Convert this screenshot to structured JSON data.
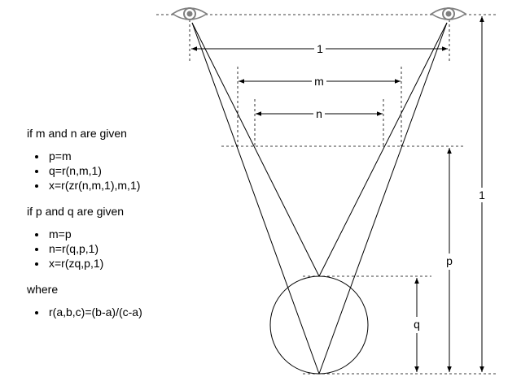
{
  "labels": {
    "one_top": "1",
    "m": "m",
    "n": "n",
    "p": "p",
    "q": "q",
    "one_right": "1"
  },
  "notes": {
    "block1": {
      "heading": "if m and n are given",
      "items": [
        "p=m",
        "q=r(n,m,1)",
        "x=r(zr(n,m,1),m,1)"
      ]
    },
    "block2": {
      "heading": "if p and q are given",
      "items": [
        "m=p",
        "n=r(q,p,1)",
        "x=r(zq,p,1)"
      ]
    },
    "block3": {
      "heading": "where",
      "items": [
        "r(a,b,c)=(b-a)/(c-a)"
      ]
    }
  },
  "icons": {
    "left_eye": "eye-icon",
    "right_eye": "eye-icon"
  },
  "colors": {
    "stroke": "#000000",
    "eye_gray": "#7f7f7f"
  }
}
